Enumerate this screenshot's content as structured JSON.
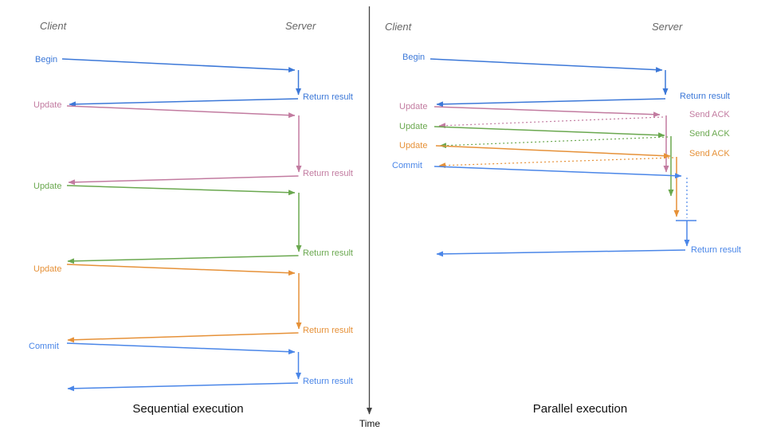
{
  "diagram": {
    "time_axis_label": "Time"
  },
  "colors": {
    "begin_blue": "#3c78d8",
    "commit_blue": "#4a86e8",
    "update_pink": "#c27ba0",
    "update_green": "#6aa84f",
    "update_orange": "#e69138",
    "header_gray": "#666666",
    "time_axis_dark": "#434343"
  },
  "sequential": {
    "caption": "Sequential execution",
    "client_header": "Client",
    "server_header": "Server",
    "exchanges": [
      {
        "request": "Begin",
        "response": "Return result",
        "color": "#3c78d8"
      },
      {
        "request": "Update",
        "response": "Return result",
        "color": "#c27ba0"
      },
      {
        "request": "Update",
        "response": "Return result",
        "color": "#6aa84f"
      },
      {
        "request": "Update",
        "response": "Return result",
        "color": "#e69138"
      },
      {
        "request": "Commit",
        "response": "Return result",
        "color": "#4a86e8"
      }
    ]
  },
  "parallel": {
    "caption": "Parallel execution",
    "client_header": "Client",
    "server_header": "Server",
    "exchanges": [
      {
        "request": "Begin",
        "response": "Return result",
        "color": "#3c78d8"
      },
      {
        "request": "Update",
        "response": "Send ACK",
        "color": "#c27ba0"
      },
      {
        "request": "Update",
        "response": "Send ACK",
        "color": "#6aa84f"
      },
      {
        "request": "Update",
        "response": "Send ACK",
        "color": "#e69138"
      },
      {
        "request": "Commit",
        "response": "Return result",
        "color": "#4a86e8"
      }
    ]
  }
}
